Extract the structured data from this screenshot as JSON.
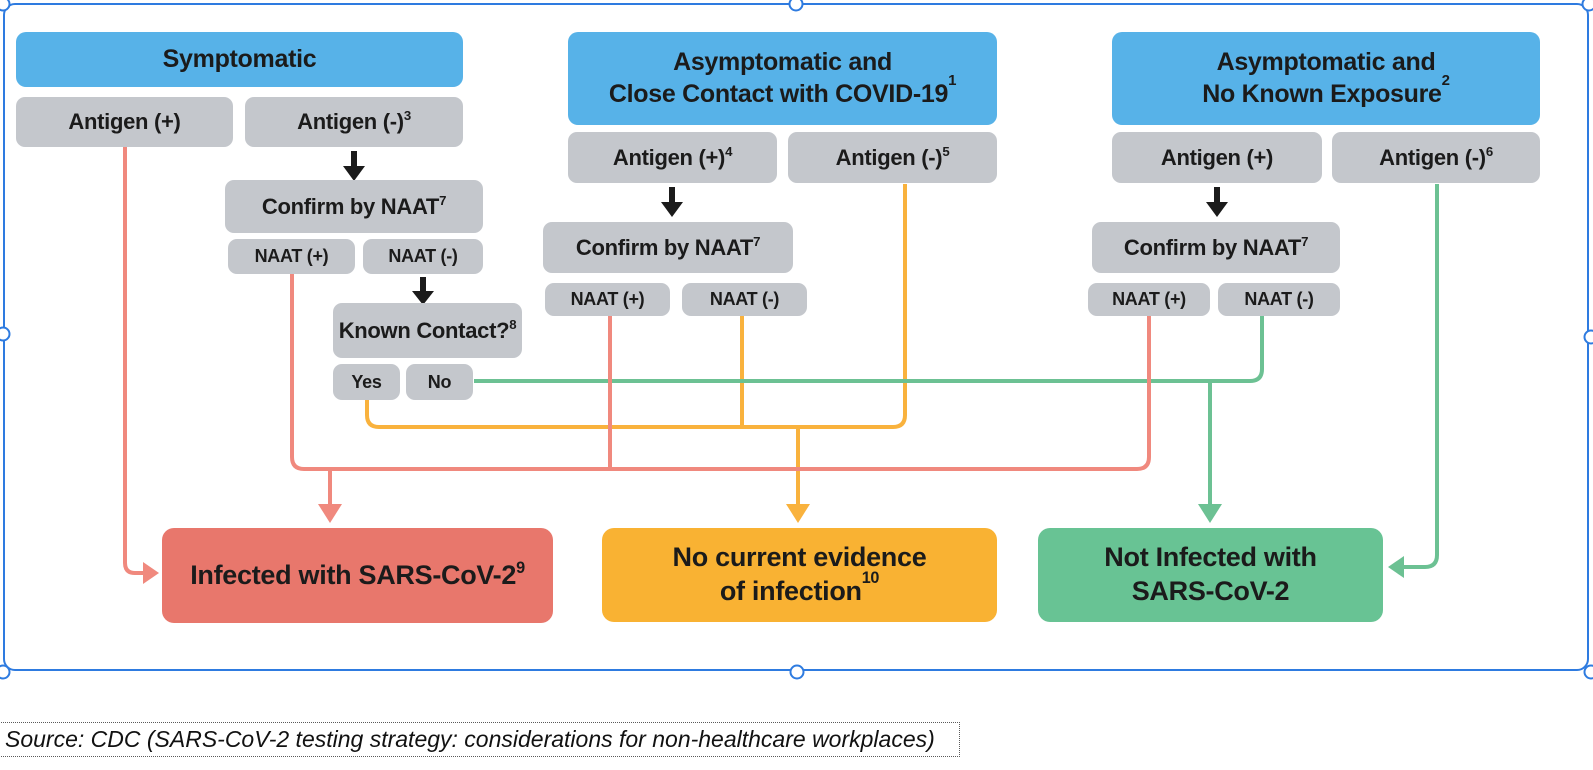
{
  "flowchart": {
    "col_symptomatic": {
      "header": "Symptomatic",
      "antigen_pos": "Antigen (+)",
      "antigen_neg": "Antigen (-)",
      "antigen_neg_sup": "3",
      "confirm": "Confirm by NAAT",
      "confirm_sup": "7",
      "naat_pos": "NAAT (+)",
      "naat_neg": "NAAT (-)",
      "known_contact": "Known Contact?",
      "known_contact_sup": "8",
      "yes": "Yes",
      "no": "No"
    },
    "col_close_contact": {
      "header_line1": "Asymptomatic and",
      "header_line2": "Close Contact with COVID-19",
      "header_sup": "1",
      "antigen_pos": "Antigen (+)",
      "antigen_pos_sup": "4",
      "antigen_neg": "Antigen (-)",
      "antigen_neg_sup": "5",
      "confirm": "Confirm by NAAT",
      "confirm_sup": "7",
      "naat_pos": "NAAT (+)",
      "naat_neg": "NAAT (-)"
    },
    "col_no_exposure": {
      "header_line1": "Asymptomatic and",
      "header_line2": "No Known Exposure",
      "header_sup": "2",
      "antigen_pos": "Antigen (+)",
      "antigen_neg": "Antigen (-)",
      "antigen_neg_sup": "6",
      "confirm": "Confirm by NAAT",
      "confirm_sup": "7",
      "naat_pos": "NAAT (+)",
      "naat_neg": "NAAT (-)"
    },
    "outcomes": {
      "infected": "Infected with SARS-CoV-2",
      "infected_sup": "9",
      "no_evidence_line1": "No current evidence",
      "no_evidence_line2": "of infection",
      "no_evidence_sup": "10",
      "not_infected_line1": "Not Infected with",
      "not_infected_line2": "SARS-CoV-2"
    }
  },
  "caption": {
    "text": "Source: CDC (SARS-CoV-2 testing strategy: considerations for non-healthcare workplaces)"
  },
  "colors": {
    "header_blue": "#57b2e8",
    "box_gray": "#c4c7cc",
    "infected_red": "#e8776c",
    "no_evidence_orange": "#f9b233",
    "not_infected_green": "#68c394",
    "line_red": "#f0897e",
    "line_orange": "#f9b23d",
    "line_green": "#6cc193",
    "selection_blue": "#2e7be0"
  }
}
